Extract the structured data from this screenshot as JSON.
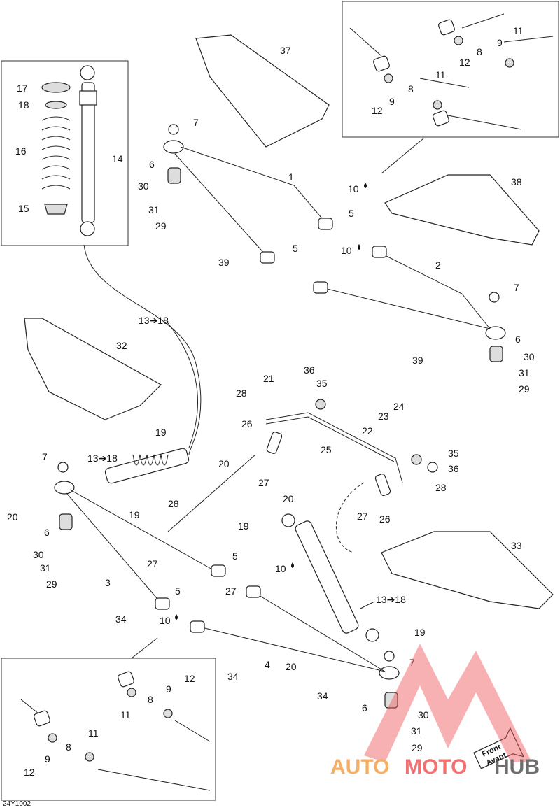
{
  "figure_id": "24Y1002",
  "callouts": {
    "c1": "1",
    "c2": "2",
    "c3": "3",
    "c4": "4",
    "c5": "5",
    "c6": "6",
    "c7": "7",
    "c8": "8",
    "c9": "9",
    "c10": "10",
    "c11": "11",
    "c12": "12",
    "c13_18": "13➔18",
    "c14": "14",
    "c15": "15",
    "c16": "16",
    "c17": "17",
    "c18": "18",
    "c19": "19",
    "c20": "20",
    "c21": "21",
    "c22": "22",
    "c23": "23",
    "c24": "24",
    "c25": "25",
    "c26": "26",
    "c27": "27",
    "c28": "28",
    "c29": "29",
    "c30": "30",
    "c31": "31",
    "c32": "32",
    "c33": "33",
    "c34": "34",
    "c35": "35",
    "c36": "36",
    "c37": "37",
    "c38": "38",
    "c39": "39"
  },
  "front_label": {
    "line1": "Front",
    "line2": "Avant"
  },
  "watermark": {
    "text_part1": "AUTO",
    "text_part2": "MOTO",
    "text_part3": "HUB",
    "color_orange": "#f5a04a",
    "color_red": "#f0575a",
    "color_dark": "#555555"
  }
}
